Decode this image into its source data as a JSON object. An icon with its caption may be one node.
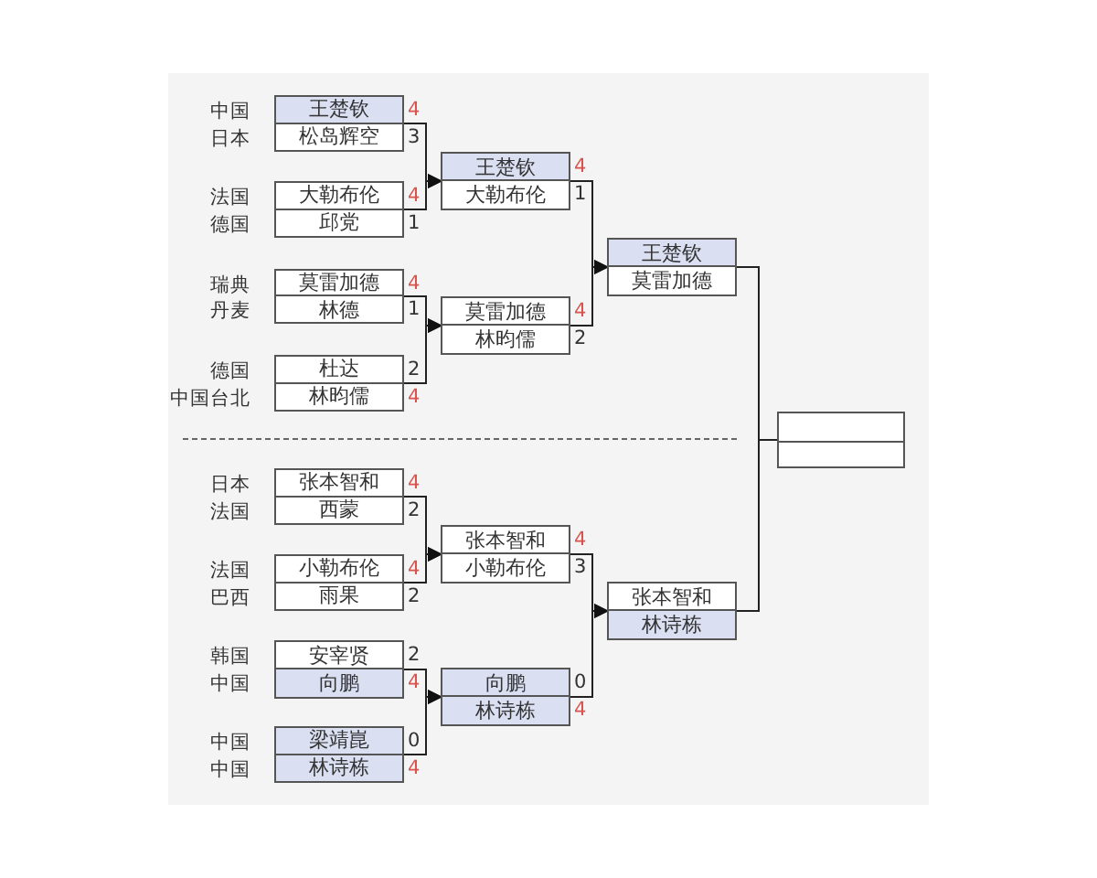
{
  "diagram": {
    "nodes": [
      {
        "text": [],
        "shape": "box"
      },
      {
        "text": [
          "王楚钦"
        ],
        "in": 0,
        "beside": [
          "中国",
          "4"
        ]
      },
      {
        "text": [
          "松岛辉空"
        ],
        "in": 0,
        "beside": [
          "日本",
          "3"
        ]
      },
      {
        "text": [],
        "shape": "box"
      },
      {
        "text": [
          "大勒布伦"
        ],
        "in": 3,
        "beside": [
          "法国",
          "4"
        ]
      },
      {
        "text": [
          "邱党"
        ],
        "in": 3,
        "beside": [
          "德国",
          "1"
        ]
      },
      {
        "text": [],
        "shape": "box"
      },
      {
        "text": [
          "莫雷加德"
        ],
        "in": 6,
        "beside": [
          "瑞典",
          "4"
        ]
      },
      {
        "text": [
          "林德"
        ],
        "in": 6,
        "beside": [
          "丹麦",
          "1"
        ]
      },
      {
        "text": [],
        "shape": "box"
      },
      {
        "text": [
          "杜达"
        ],
        "in": 9,
        "beside": [
          "德国",
          "2"
        ]
      },
      {
        "text": [
          "林昀儒"
        ],
        "in": 9,
        "beside": [
          "中国台北",
          "4"
        ]
      },
      {
        "text": [],
        "shape": "box"
      },
      {
        "text": [
          "张本智和"
        ],
        "in": 12,
        "beside": [
          "日本",
          "4"
        ]
      },
      {
        "text": [
          "西蒙"
        ],
        "in": 12,
        "beside": [
          "法国",
          "2"
        ]
      },
      {
        "text": [],
        "shape": "box"
      },
      {
        "text": [
          "小勒布伦"
        ],
        "in": 15,
        "beside": [
          "法国",
          "4"
        ]
      },
      {
        "text": [
          "雨果"
        ],
        "in": 15,
        "beside": [
          "巴西",
          "2"
        ]
      },
      {
        "text": [],
        "shape": "box"
      },
      {
        "text": [
          "安宰贤"
        ],
        "in": 18,
        "beside": [
          "韩国",
          "2"
        ]
      },
      {
        "text": [
          "向鹏"
        ],
        "in": 18,
        "beside": [
          "中国",
          "4"
        ]
      },
      {
        "text": [],
        "shape": "box"
      },
      {
        "text": [
          "梁靖崑"
        ],
        "in": 21,
        "beside": [
          "中国",
          "0"
        ]
      },
      {
        "text": [
          "林诗栋"
        ],
        "in": 21,
        "beside": [
          "中国",
          "4"
        ]
      },
      {
        "text": [],
        "shape": "box"
      },
      {
        "text": [
          "王楚钦"
        ],
        "in": 24,
        "beside": [
          "4"
        ]
      },
      {
        "text": [
          "大勒布伦"
        ],
        "in": 24,
        "beside": [
          "1"
        ]
      },
      {
        "text": [],
        "shape": "box"
      },
      {
        "text": [
          "莫雷加德"
        ],
        "in": 27,
        "beside": [
          "4"
        ]
      },
      {
        "text": [
          "林昀儒"
        ],
        "in": 27,
        "beside": [
          "2"
        ]
      },
      {
        "text": [],
        "shape": "box"
      },
      {
        "text": [
          "张本智和"
        ],
        "in": 30,
        "beside": [
          "4"
        ]
      },
      {
        "text": [
          "小勒布伦"
        ],
        "in": 30,
        "beside": [
          "3"
        ]
      },
      {
        "text": [],
        "shape": "box"
      },
      {
        "text": [
          "向鹏"
        ],
        "in": 33,
        "beside": [
          "0"
        ]
      },
      {
        "text": [
          "林诗栋"
        ],
        "in": 33,
        "beside": [
          "4"
        ]
      },
      {
        "text": [],
        "shape": "box"
      },
      {
        "text": [
          "王楚钦"
        ],
        "in": 36
      },
      {
        "text": [
          "莫雷加德"
        ],
        "in": 36
      },
      {
        "text": [],
        "shape": "box"
      },
      {
        "text": [
          "张本智和"
        ],
        "in": 39
      },
      {
        "text": [
          "林诗栋"
        ],
        "in": 39
      },
      {
        "text": [],
        "shape": "box"
      }
    ],
    "edges": [
      {
        "from": 0,
        "to": 24,
        "arrow": "to"
      },
      {
        "from": 3,
        "to": 24,
        "arrow": "to"
      },
      {
        "from": 6,
        "to": 27,
        "arrow": "to"
      },
      {
        "from": 9,
        "to": 27,
        "arrow": "to"
      },
      {
        "from": 12,
        "to": 30,
        "arrow": "to"
      },
      {
        "from": 15,
        "to": 30,
        "arrow": "to"
      },
      {
        "from": 18,
        "to": 33,
        "arrow": "to"
      },
      {
        "from": 21,
        "to": 33,
        "arrow": "to"
      },
      {
        "from": 24,
        "to": 36,
        "arrow": "to"
      },
      {
        "from": 27,
        "to": 36,
        "arrow": "to"
      },
      {
        "from": 30,
        "to": 39,
        "arrow": "to"
      },
      {
        "from": 33,
        "to": 39,
        "arrow": "to"
      },
      {
        "from": 36,
        "to": 42,
        "arrow": "none"
      },
      {
        "from": 39,
        "to": 42,
        "arrow": "none"
      }
    ]
  }
}
